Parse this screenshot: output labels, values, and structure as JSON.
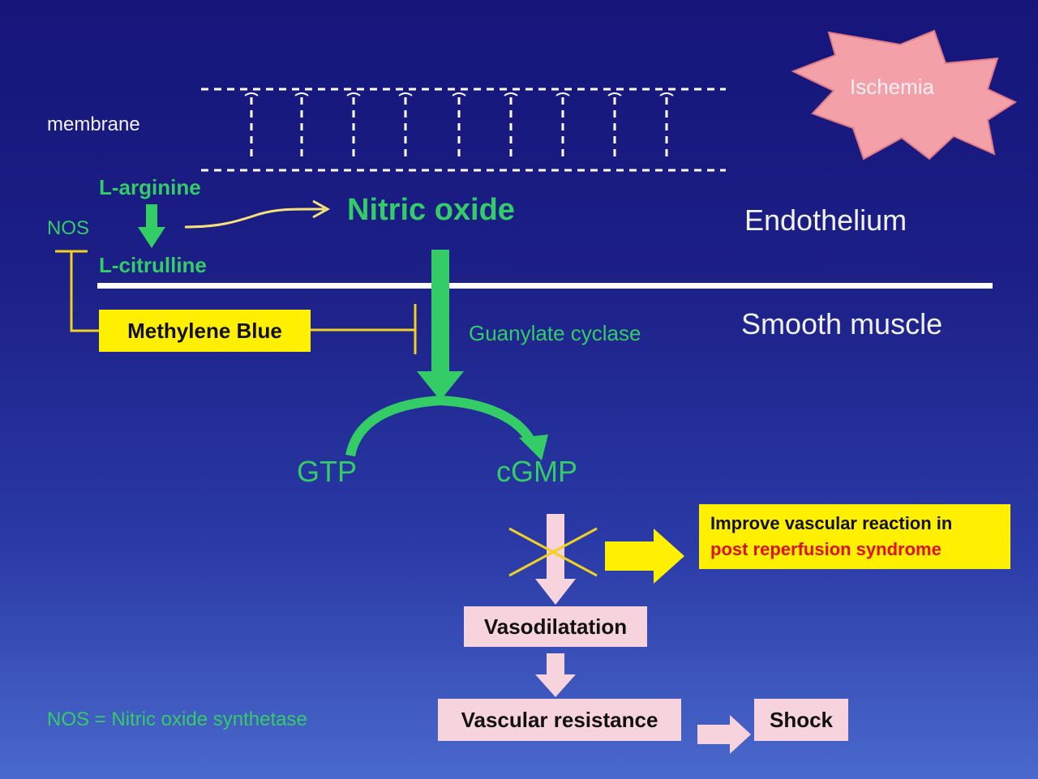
{
  "labels": {
    "membrane": "membrane",
    "ischemia": "Ischemia",
    "l_arginine": "L-arginine",
    "nos": "NOS",
    "l_citrulline": "L-citrulline",
    "nitric_oxide": "Nitric oxide",
    "endothelium": "Endothelium",
    "smooth_muscle": "Smooth muscle",
    "guanylate_cyclase": "Guanylate cyclase",
    "gtp": "GTP",
    "cgmp": "cGMP",
    "nos_definition": "NOS = Nitric oxide synthetase"
  },
  "boxes": {
    "methylene_blue": "Methylene Blue",
    "improve_line1": "Improve vascular reaction in",
    "improve_line2": "post reperfusion syndrome",
    "vasodilatation": "Vasodilatation",
    "vascular_resistance": "Vascular resistance",
    "shock": "Shock"
  },
  "colors": {
    "background": "#1a1c82",
    "green": "#33cc66",
    "yellow": "#ffef00",
    "pink": "#f7d3dd",
    "red_text": "#e01010",
    "ischemia_star": "#f4a0a8"
  }
}
